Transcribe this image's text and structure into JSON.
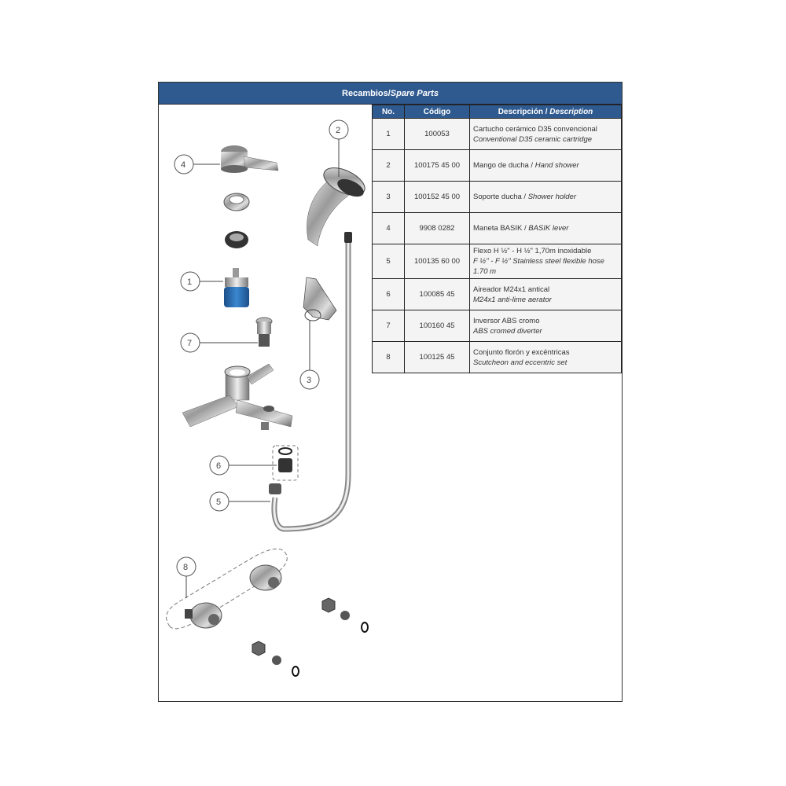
{
  "title": {
    "es": "Recambios",
    "sep": " / ",
    "en": "Spare Parts"
  },
  "table": {
    "headers": {
      "no": "No.",
      "code": "Código",
      "desc_es": "Descripción",
      "desc_sep": " / ",
      "desc_en": "Description"
    },
    "rows": [
      {
        "no": "1",
        "code": "100053",
        "es": "Cartucho cerámico D35 convencional",
        "en": "Conventional D35 ceramic cartridge",
        "inline": false
      },
      {
        "no": "2",
        "code": "100175 45 00",
        "es": "Mango de ducha / ",
        "en": "Hand shower",
        "inline": true
      },
      {
        "no": "3",
        "code": "100152 45 00",
        "es": "Soporte ducha / ",
        "en": "Shower holder",
        "inline": true
      },
      {
        "no": "4",
        "code": "9908 0282",
        "es": "Maneta BASIK / ",
        "en": "BASIK lever",
        "inline": true
      },
      {
        "no": "5",
        "code": "100135 60 00",
        "es": "Flexo H ½\" - H ½\" 1,70m inoxidable",
        "en": "F ½\" - F ½\" Stainless steel flexible hose 1.70 m",
        "inline": false
      },
      {
        "no": "6",
        "code": "100085 45",
        "es": "Aireador M24x1 antical",
        "en": "M24x1 anti-lime aerator",
        "inline": false
      },
      {
        "no": "7",
        "code": "100160 45",
        "es": "Inversor ABS cromo",
        "en": "ABS cromed diverter",
        "inline": false
      },
      {
        "no": "8",
        "code": "100125 45",
        "es": "Conjunto florón y excéntricas",
        "en": "Scutcheon and eccentric set",
        "inline": false
      }
    ]
  },
  "diagram": {
    "callouts": [
      "1",
      "2",
      "3",
      "4",
      "5",
      "6",
      "7",
      "8"
    ],
    "parts": [
      "lever",
      "hand-shower",
      "shower-holder",
      "cartridge",
      "diverter",
      "faucet-body",
      "aerator",
      "flexible-hose",
      "escutcheon-set"
    ]
  },
  "colors": {
    "header": "#2f5a8f",
    "cartridge": "#2a6fb0"
  }
}
